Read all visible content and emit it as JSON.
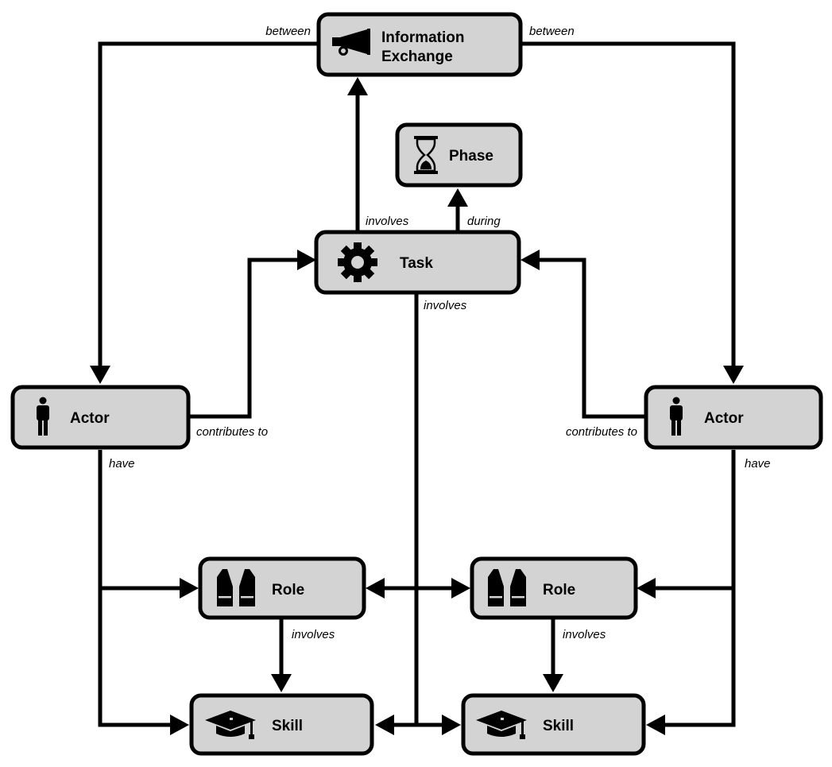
{
  "nodes": {
    "info_exchange": {
      "line1": "Information",
      "line2": "Exchange",
      "icon": "megaphone-icon"
    },
    "phase": {
      "label": "Phase",
      "icon": "hourglass-icon"
    },
    "task": {
      "label": "Task",
      "icon": "gear-icon"
    },
    "actor_left": {
      "label": "Actor",
      "icon": "person-icon"
    },
    "actor_right": {
      "label": "Actor",
      "icon": "person-icon"
    },
    "role_left": {
      "label": "Role",
      "icon": "vest-icon"
    },
    "role_right": {
      "label": "Role",
      "icon": "vest-icon"
    },
    "skill_left": {
      "label": "Skill",
      "icon": "graduation-cap-icon"
    },
    "skill_right": {
      "label": "Skill",
      "icon": "graduation-cap-icon"
    }
  },
  "edges": {
    "between_left": "between",
    "between_right": "between",
    "task_involves_info": "involves",
    "task_during_phase": "during",
    "task_involves_down": "involves",
    "contributes_left": "contributes to",
    "contributes_right": "contributes to",
    "have_left": "have",
    "have_right": "have",
    "role_left_involves": "involves",
    "role_right_involves": "involves"
  }
}
